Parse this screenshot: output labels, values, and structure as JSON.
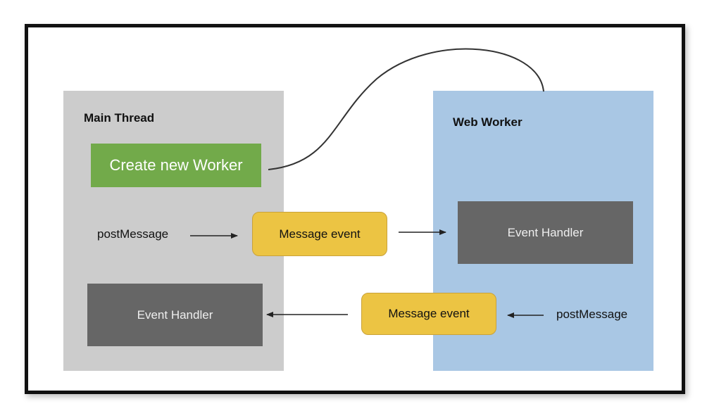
{
  "main_thread": {
    "title": "Main Thread",
    "create_worker_label": "Create new Worker",
    "post_message_label": "postMessage",
    "event_handler_label": "Event Handler"
  },
  "web_worker": {
    "title": "Web Worker",
    "post_message_label": "postMessage",
    "event_handler_label": "Event Handler"
  },
  "messages": {
    "to_worker_label": "Message event",
    "to_main_label": "Message event"
  },
  "colors": {
    "main_panel": "#cccccc",
    "worker_panel": "#a9c7e4",
    "create_worker": "#72aa4a",
    "event_handler": "#666666",
    "message_event": "#ecc443"
  }
}
